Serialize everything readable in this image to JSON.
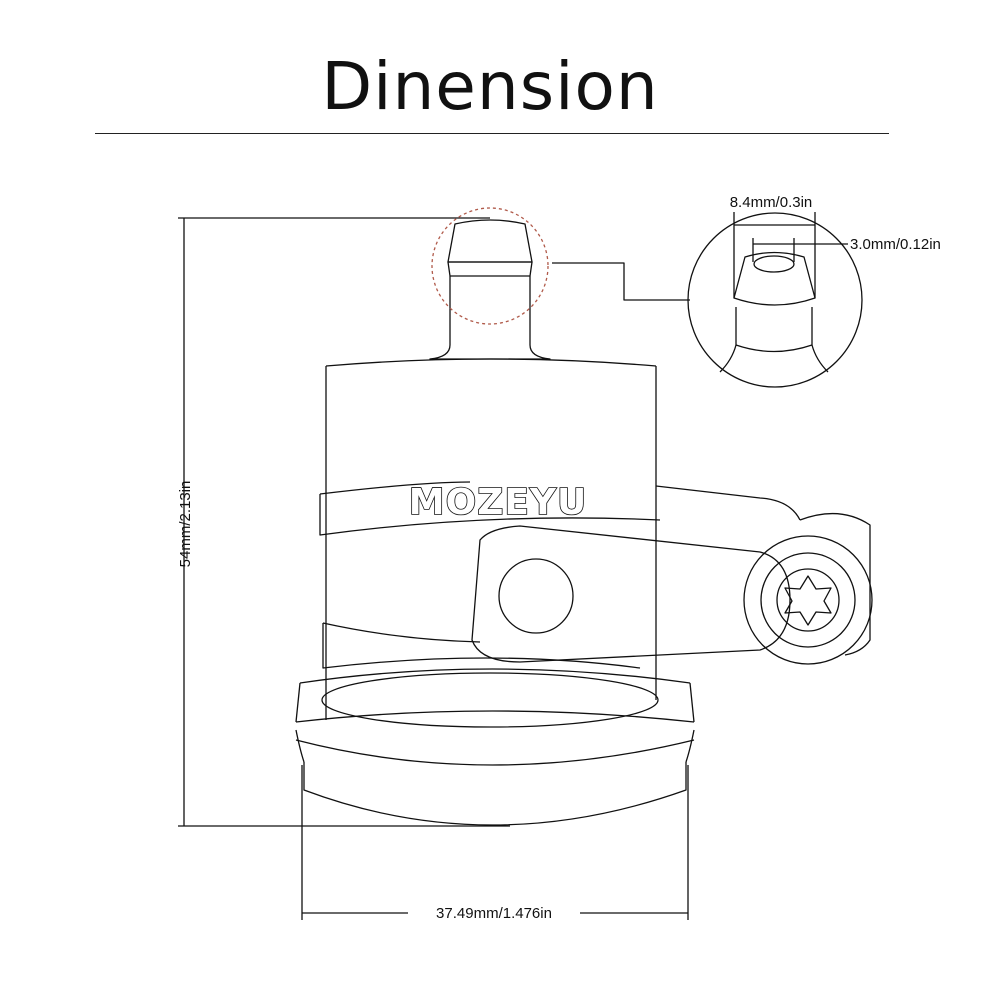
{
  "title": "Dinension",
  "brand_label": "MOZEYU",
  "dimensions": {
    "height": "54mm/2.13in",
    "width": "37.49mm/1.476in",
    "nozzle_outer": "8.4mm/0.3in",
    "nozzle_inner": "3.0mm/0.12in"
  },
  "colors": {
    "line": "#111111",
    "detail_circle": "#b05a4a"
  }
}
